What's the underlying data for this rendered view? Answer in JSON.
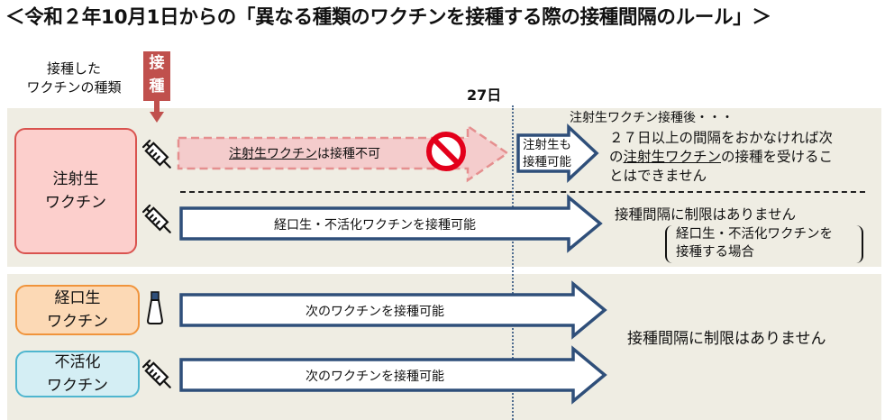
{
  "title": "＜令和２年10月1日からの「異なる種類のワクチンを接種する際の接種間隔のルール」＞",
  "header": {
    "vaccine_type_line1": "接種した",
    "vaccine_type_line2": "ワクチンの種類",
    "inject_label_1": "接",
    "inject_label_2": "種",
    "day_marker": "27日"
  },
  "vaccines": {
    "injection_line1": "注射生",
    "injection_line2": "ワクチン",
    "oral_line1": "経口生",
    "oral_line2": "ワクチン",
    "inactivated_line1": "不活化",
    "inactivated_line2": "ワクチン"
  },
  "rows": {
    "row1": {
      "arrow_text_u": "注射生ワクチン",
      "arrow_text_rest": "は接種不可",
      "small_arrow_line1": "注射生も",
      "small_arrow_line2": "接種可能",
      "note_head": "注射生ワクチン接種後・・・",
      "note_l1": "２７日以上の間隔をおかなければ次",
      "note_l2_pre": "の",
      "note_l2_u": "注射生ワクチン",
      "note_l2_post": "の接種を受けるこ",
      "note_l3": "とはできません"
    },
    "row2": {
      "arrow_text": "経口生・不活化ワクチンを接種可能",
      "note": "接種間隔に制限はありません",
      "paren_l1": "経口生・不活化ワクチンを",
      "paren_l2": "接種する場合"
    },
    "row3": {
      "arrow_text": "次のワクチンを接種可能"
    },
    "row4": {
      "arrow_text": "次のワクチンを接種可能"
    },
    "bottom_note": "接種間隔に制限はありません"
  },
  "colors": {
    "band": "#efede3",
    "arrow_border": "#2f4f7a",
    "inject_header": "#c0504d",
    "prohibit": "#e3001b"
  },
  "icons": {
    "syringe": "syringe-icon",
    "bottle": "oral-bottle-icon",
    "prohibit": "prohibition-icon"
  }
}
